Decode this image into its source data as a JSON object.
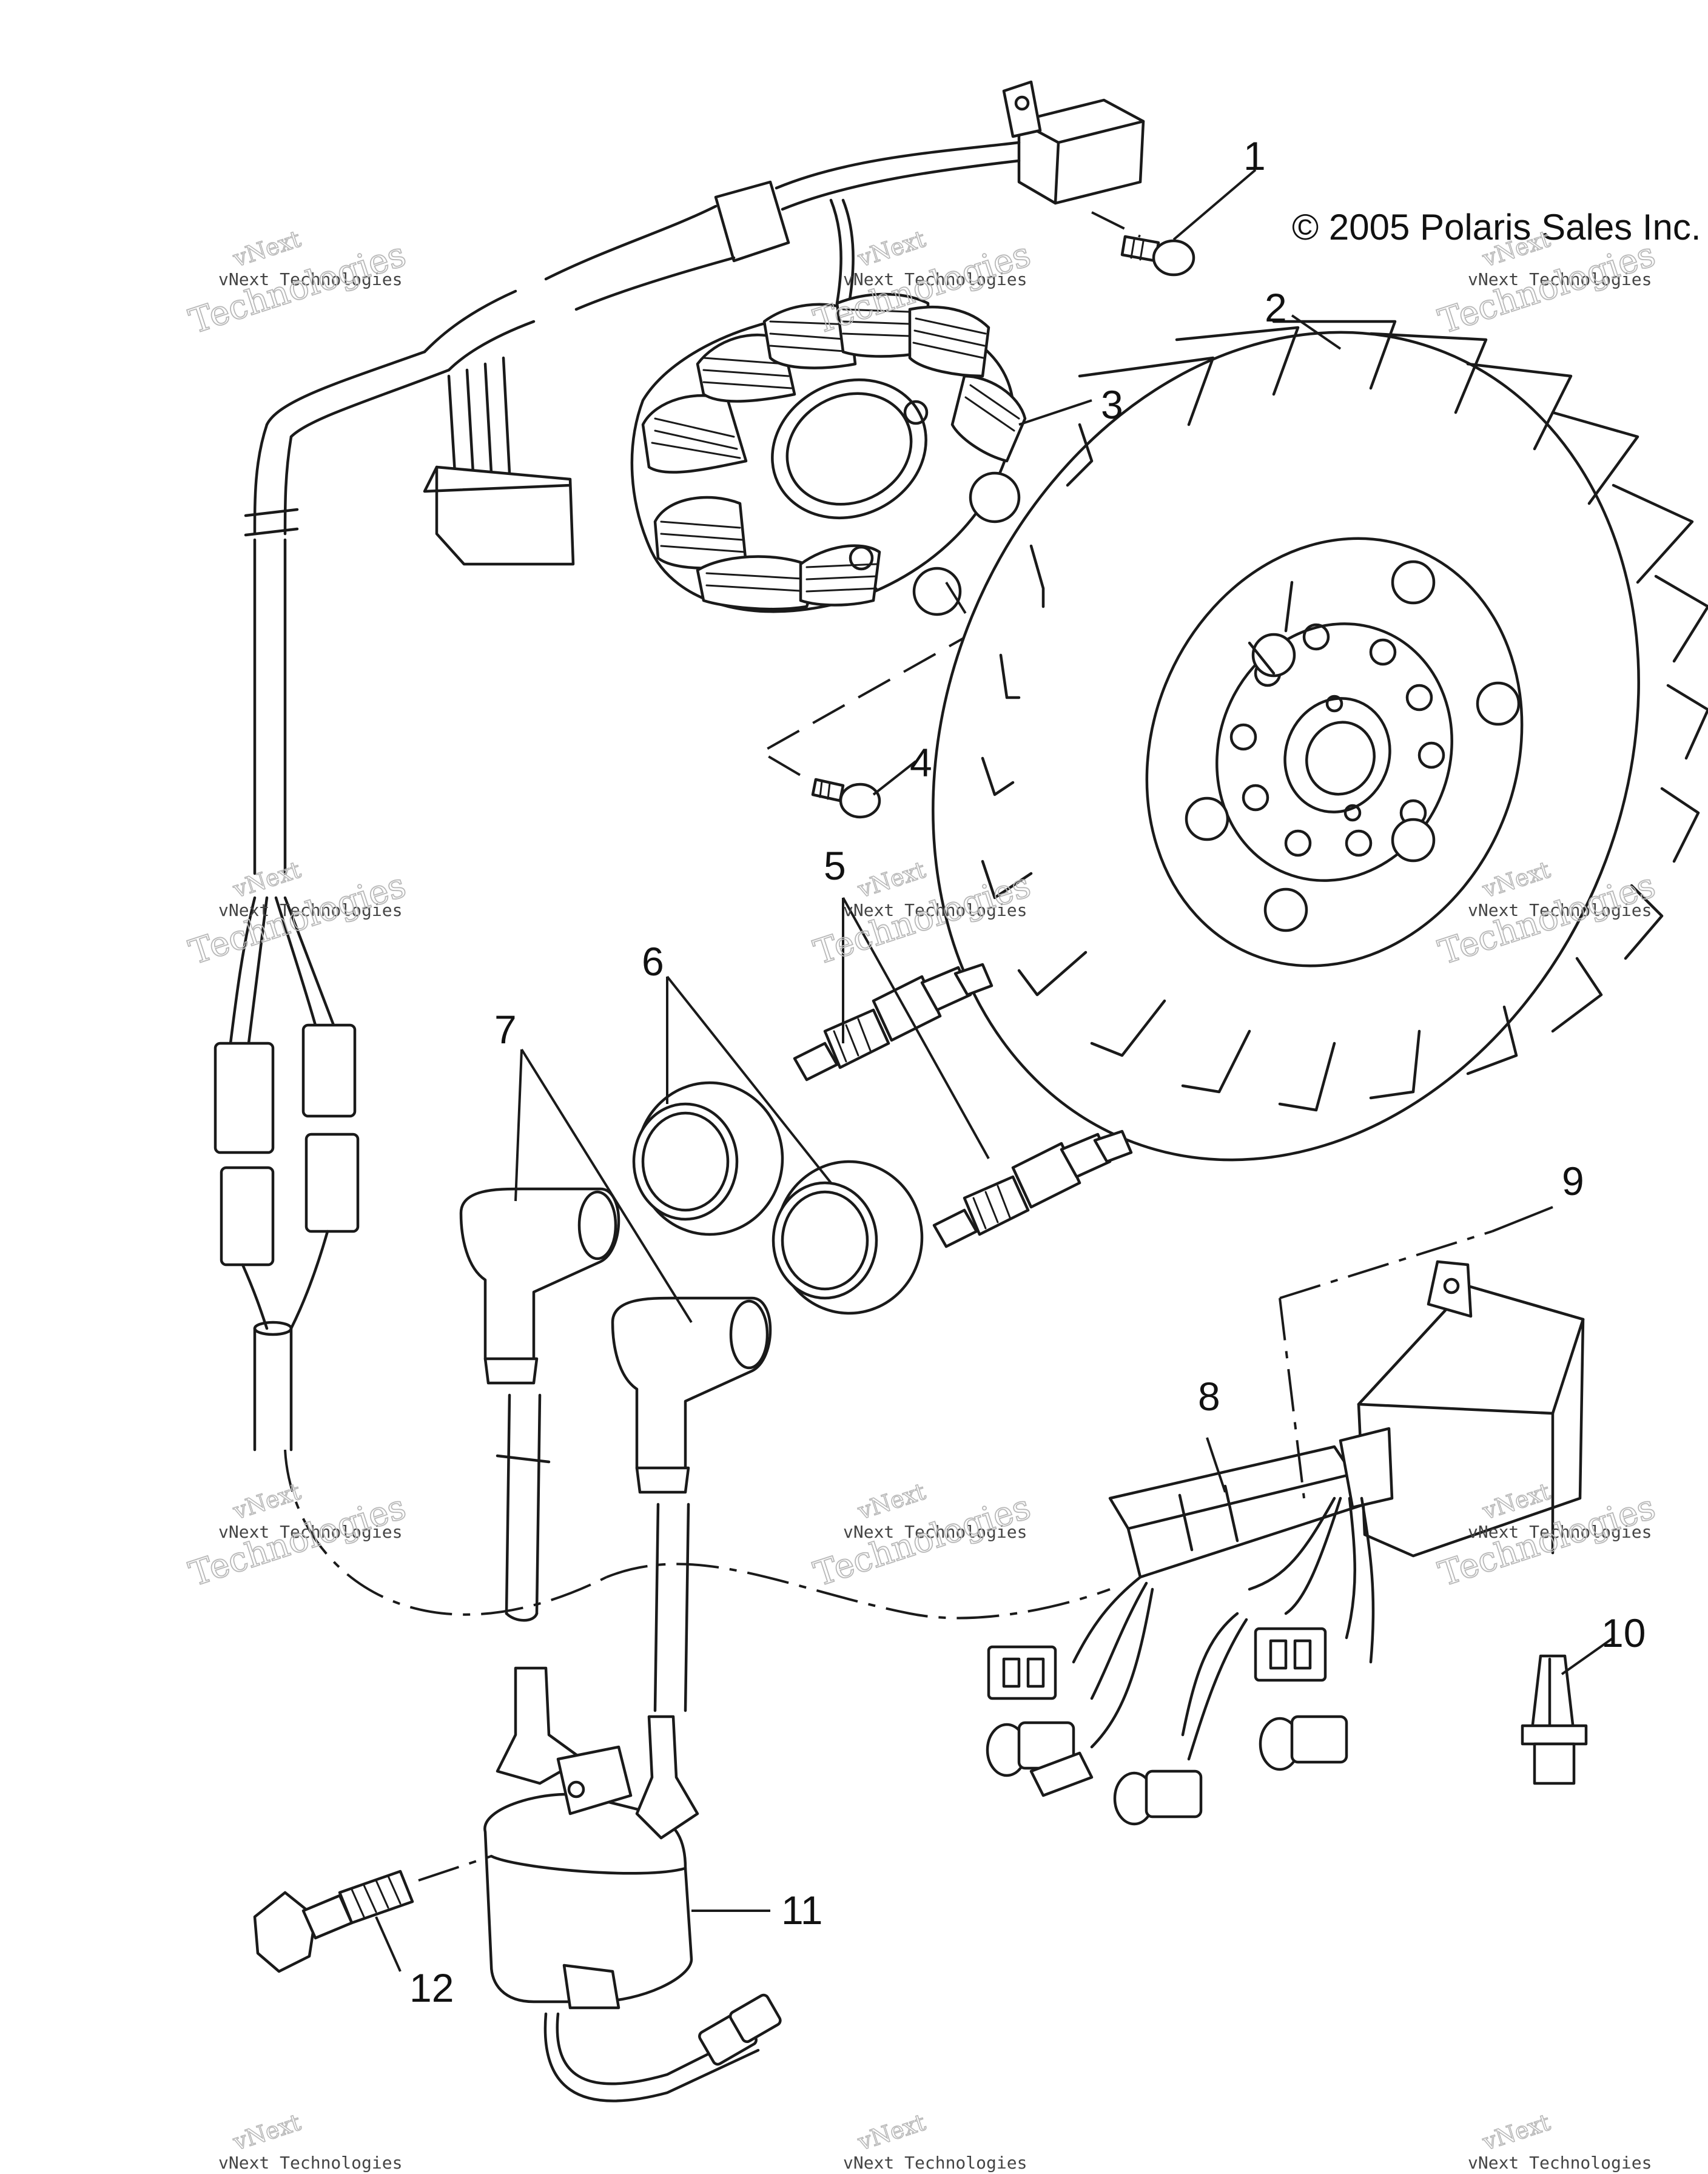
{
  "copyright": "© 2005 Polaris Sales Inc.",
  "callouts": [
    {
      "number": "1",
      "part": "part-1-screw"
    },
    {
      "number": "2",
      "part": "part-2-flywheel"
    },
    {
      "number": "3",
      "part": "part-3-stator"
    },
    {
      "number": "4",
      "part": "part-4-screw"
    },
    {
      "number": "5",
      "part": "part-5-spark-plugs"
    },
    {
      "number": "6",
      "part": "part-6-plug-seals"
    },
    {
      "number": "7",
      "part": "part-7-spark-plug-caps"
    },
    {
      "number": "8",
      "part": "part-8-harness"
    },
    {
      "number": "9",
      "part": "part-9-cdi-module"
    },
    {
      "number": "10",
      "part": "part-10-fastener"
    },
    {
      "number": "11",
      "part": "part-11-ignition-coil"
    },
    {
      "number": "12",
      "part": "part-12-bolt"
    }
  ],
  "watermark": {
    "line1": "vNext",
    "line2": "vNext Technologies",
    "line3": "Technologies"
  }
}
